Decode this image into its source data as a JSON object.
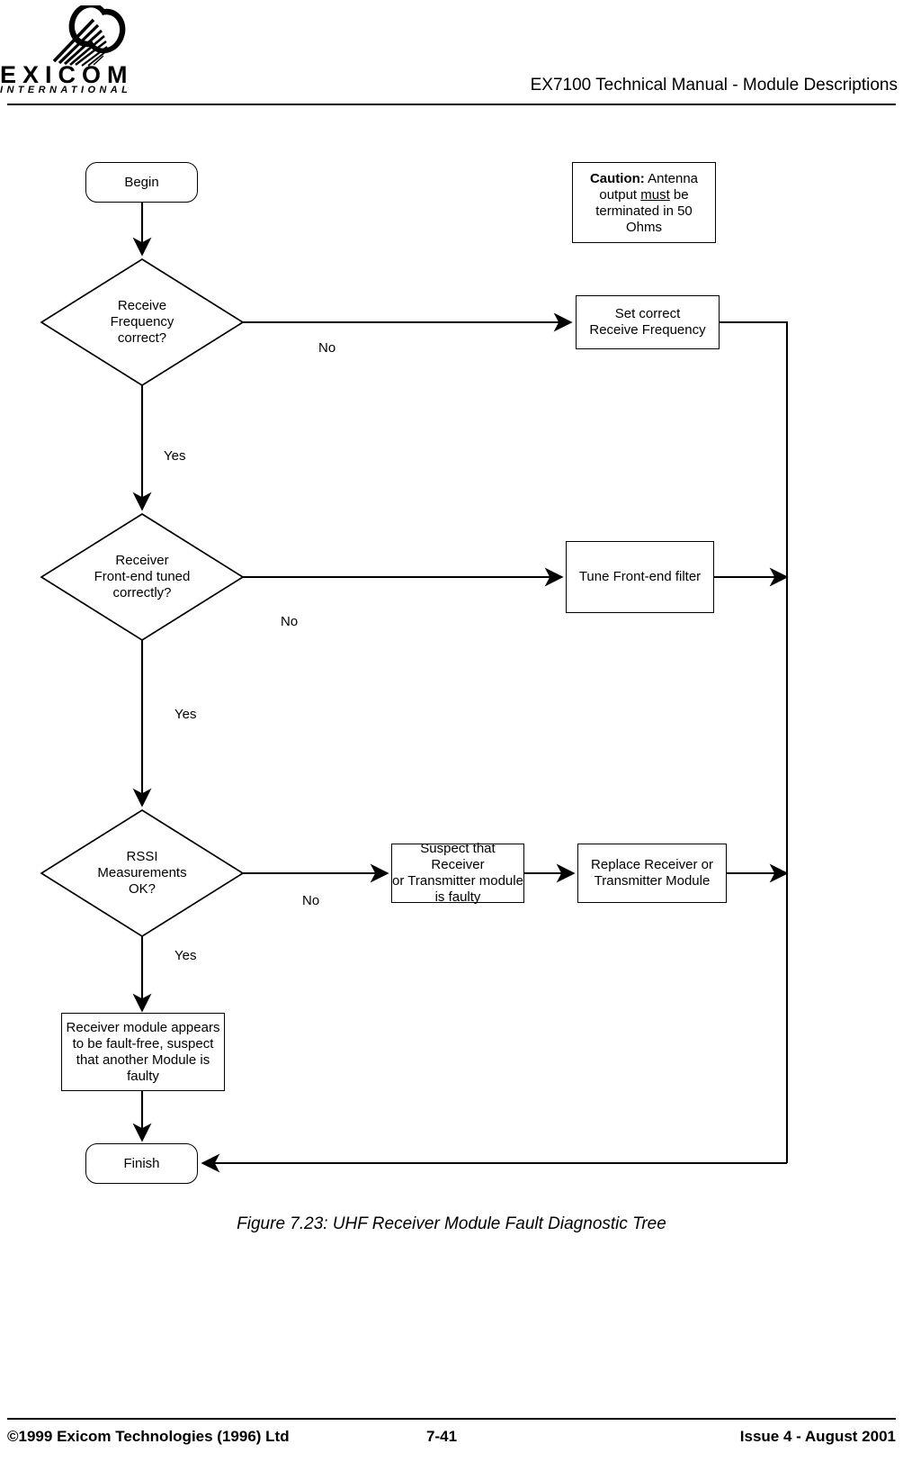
{
  "header": {
    "logo_wordmark": "EXICOM",
    "logo_subwordmark": "INTERNATIONAL",
    "title": "EX7100 Technical Manual - Module Descriptions"
  },
  "footer": {
    "copyright": "©1999 Exicom Technologies (1996) Ltd",
    "page": "7-41",
    "issue": "Issue 4 - August 2001"
  },
  "figure": {
    "caption": "Figure 7.23: UHF Receiver Module Fault Diagnostic Tree"
  },
  "flowchart": {
    "nodes": {
      "begin": {
        "label": "Begin"
      },
      "decision_frequency": {
        "line1": "Receive",
        "line2": "Frequency",
        "line3": "correct?"
      },
      "set_frequency": {
        "line1": "Set correct",
        "line2": "Receive Frequency"
      },
      "decision_frontend": {
        "line1": "Receiver",
        "line2": "Front-end tuned",
        "line3": "correctly?"
      },
      "tune_filter": {
        "label": "Tune Front-end filter"
      },
      "decision_rssi": {
        "line1": "RSSI",
        "line2": "Measurements",
        "line3": "OK?"
      },
      "suspect_module": {
        "line1": "Suspect that Receiver",
        "line2": "or Transmitter module",
        "line3": "is faulty"
      },
      "replace_module": {
        "line1": "Replace Receiver or",
        "line2": "Transmitter Module"
      },
      "fault_free": {
        "line1": "Receiver module appears",
        "line2": "to be fault-free, suspect",
        "line3": "that another Module is",
        "line4": "faulty"
      },
      "finish": {
        "label": "Finish"
      }
    },
    "caution": {
      "keyword": "Caution:",
      "text_a": " Antenna",
      "text_b": "output ",
      "emphasis": "must",
      "text_c": " be",
      "text_d": "terminated in 50 Ohms"
    },
    "edge_labels": {
      "frequency_no": "No",
      "frequency_yes": "Yes",
      "frontend_no": "No",
      "frontend_yes": "Yes",
      "rssi_no": "No",
      "rssi_yes": "Yes"
    }
  },
  "colors": {
    "ink": "#000000",
    "paper": "#ffffff"
  }
}
